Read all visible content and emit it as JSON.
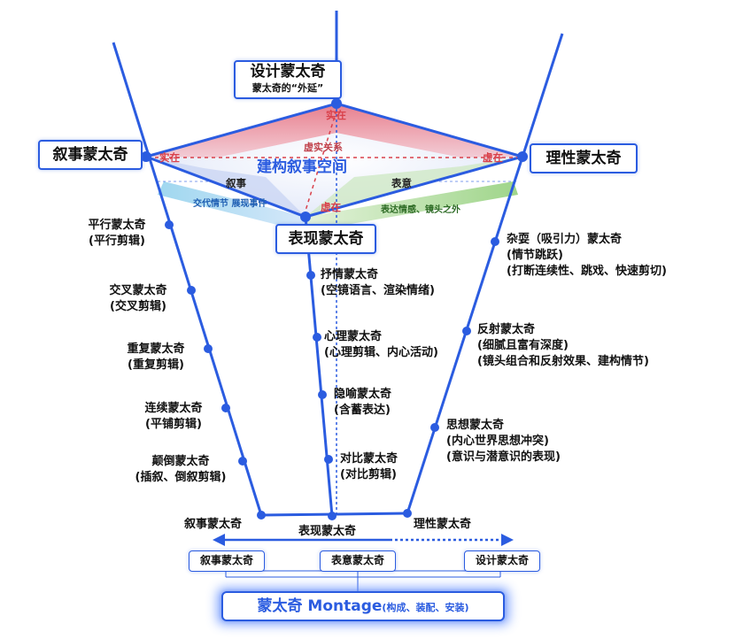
{
  "top": {
    "title": "设计蒙太奇",
    "subtitle": "蒙太奇的“外延”"
  },
  "left_head": "叙事蒙太奇",
  "right_head": "理性蒙太奇",
  "center_head": "表现蒙太奇",
  "diamond": {
    "center_title": "建构叙事空间",
    "dashed_label": "虚实关系",
    "left_tag": "实在",
    "right_tag": "虚在",
    "top_tag": "实在",
    "bottom_tag": "虚在",
    "left_face": "叙事",
    "right_face": "表意",
    "band_left": "交代情节  展现事件",
    "band_right": "表达情感、镜头之外"
  },
  "left_items": [
    {
      "name": "平行蒙太奇",
      "sub": "(平行剪辑)"
    },
    {
      "name": "交叉蒙太奇",
      "sub": "(交叉剪辑)"
    },
    {
      "name": "重复蒙太奇",
      "sub": "(重复剪辑)"
    },
    {
      "name": "连续蒙太奇",
      "sub": "(平铺剪辑)"
    },
    {
      "name": "颠倒蒙太奇",
      "sub": "(插叙、倒叙剪辑)"
    }
  ],
  "center_items": [
    {
      "name": "抒情蒙太奇",
      "sub": "(空镜语言、渲染情绪)"
    },
    {
      "name": "心理蒙太奇",
      "sub": "(心理剪辑、内心活动)"
    },
    {
      "name": "隐喻蒙太奇",
      "sub": "(含蓄表达)"
    },
    {
      "name": "对比蒙太奇",
      "sub": "(对比剪辑)"
    }
  ],
  "right_items": [
    {
      "name": "杂耍（吸引力）蒙太奇",
      "sub": "(情节跳跃)",
      "sub2": "(打断连续性、跳戏、快速剪切)"
    },
    {
      "name": "反射蒙太奇",
      "sub": "(细腻且富有深度)",
      "sub2": "(镜头组合和反射效果、建构情节)"
    },
    {
      "name": "思想蒙太奇",
      "sub": "(内心世界思想冲突)",
      "sub2": "(意识与潜意识的表现)"
    }
  ],
  "base": {
    "left": "叙事蒙太奇",
    "center": "表现蒙太奇",
    "right": "理性蒙太奇"
  },
  "bottom_boxes": {
    "left": "叙事蒙太奇",
    "center": "表意蒙太奇",
    "right": "设计蒙太奇"
  },
  "footer": {
    "main": "蒙太奇 Montage",
    "sub": "(构成、装配、安装)"
  },
  "colors": {
    "line": "#2b5ce0",
    "red": "#d9414b",
    "green": "#9fd58a",
    "cyan": "#8fd1ee"
  }
}
